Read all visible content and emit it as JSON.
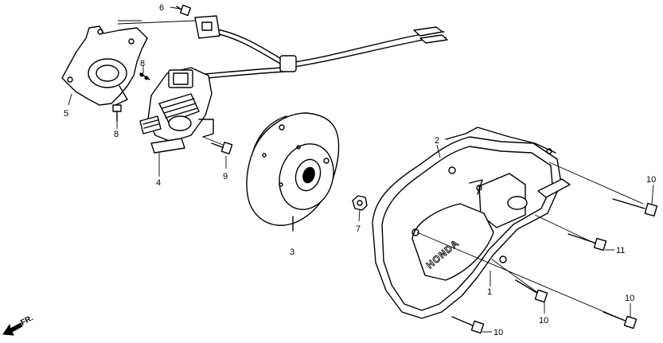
{
  "diagram": {
    "brand_mark": "HONDA",
    "direction_marker": "FR.",
    "callouts": [
      {
        "id": "c6",
        "text": "6"
      },
      {
        "id": "c5",
        "text": "5"
      },
      {
        "id": "c8a",
        "text": "8"
      },
      {
        "id": "c8b",
        "text": "8"
      },
      {
        "id": "c4",
        "text": "4"
      },
      {
        "id": "c9",
        "text": "9"
      },
      {
        "id": "c3",
        "text": "3"
      },
      {
        "id": "c7",
        "text": "7"
      },
      {
        "id": "c2",
        "text": "2"
      },
      {
        "id": "c1",
        "text": "1"
      },
      {
        "id": "c10a",
        "text": "10"
      },
      {
        "id": "c11",
        "text": "11"
      },
      {
        "id": "c10b",
        "text": "10"
      },
      {
        "id": "c10c",
        "text": "10"
      },
      {
        "id": "c10d",
        "text": "10"
      }
    ]
  }
}
